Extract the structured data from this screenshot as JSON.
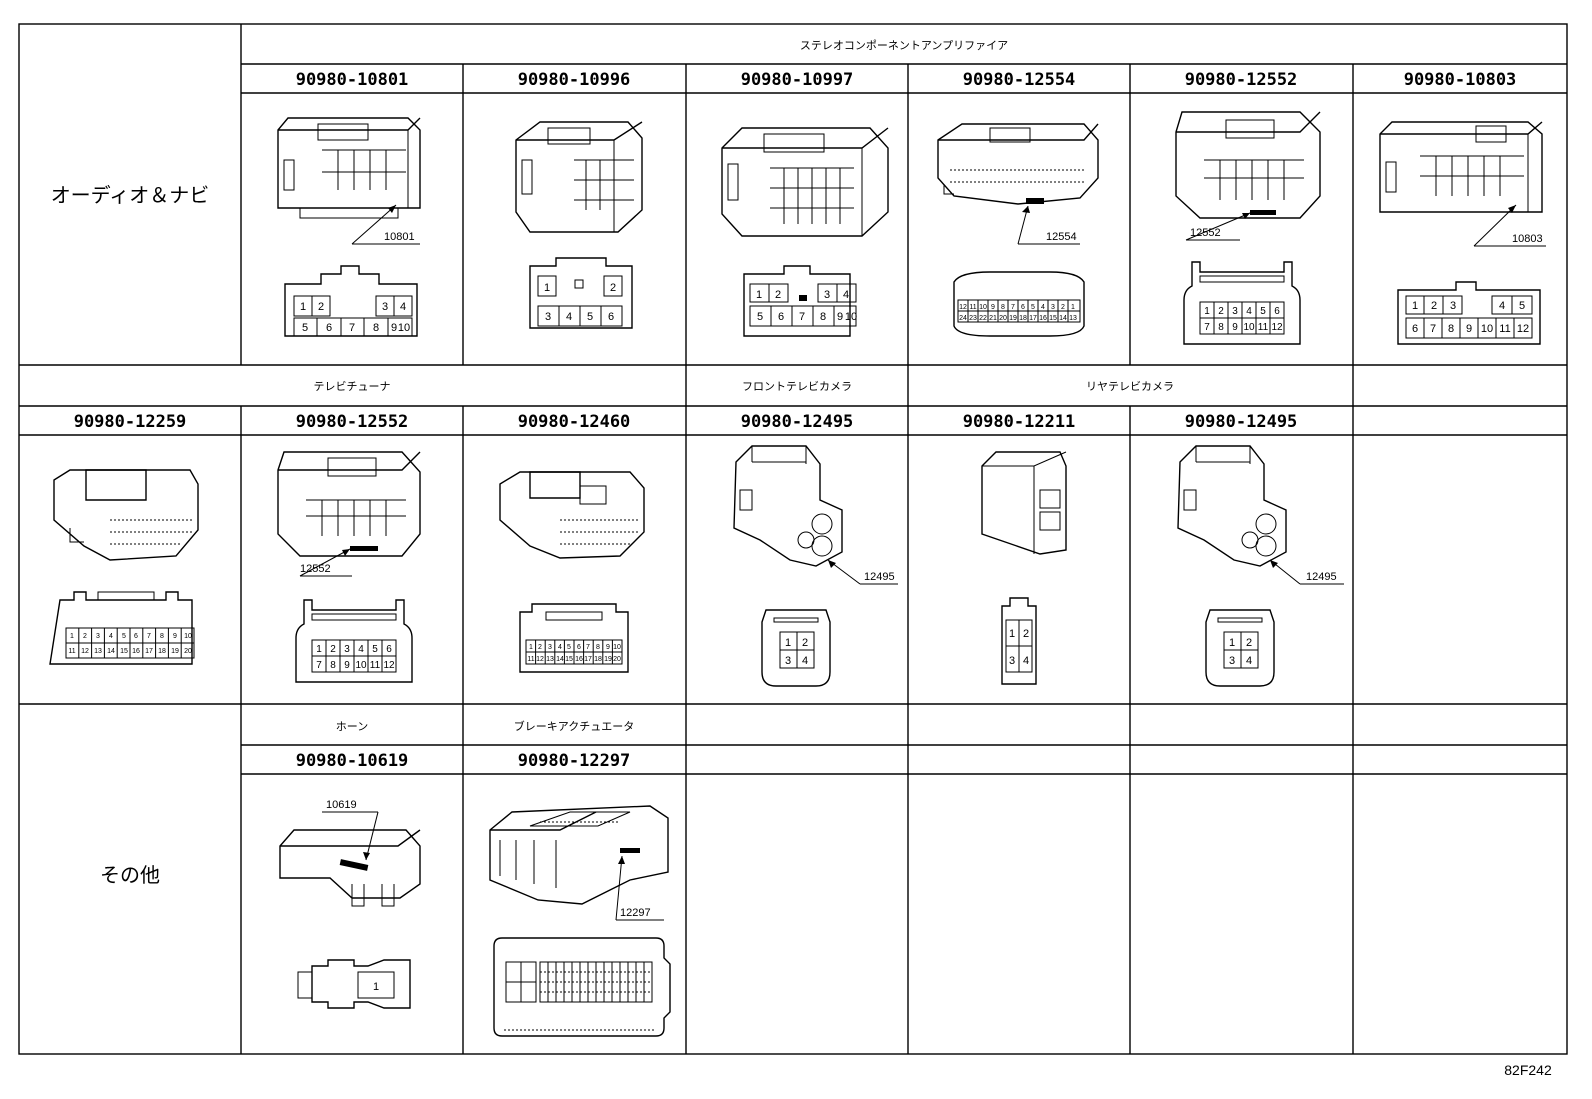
{
  "categories": {
    "audio_navi": "オーディオ＆ナビ",
    "other": "その他"
  },
  "groups": {
    "stereo_amp": "ステレオコンポーネントアンプリファイア",
    "tv_tuner": "テレビチューナ",
    "front_tv_camera": "フロントテレビカメラ",
    "rear_tv_camera": "リヤテレビカメラ",
    "horn": "ホーン",
    "brake_actuator": "ブレーキアクチュエータ"
  },
  "connectors": [
    {
      "part_no": "90980-10801",
      "tag": "10801",
      "pins": [
        "1",
        "2",
        "3",
        "4",
        "5",
        "6",
        "7",
        "8",
        "9",
        "10"
      ]
    },
    {
      "part_no": "90980-10996",
      "tag": "",
      "pins": [
        "1",
        "2",
        "3",
        "4",
        "5",
        "6"
      ]
    },
    {
      "part_no": "90980-10997",
      "tag": "",
      "pins": [
        "1",
        "2",
        "3",
        "4",
        "5",
        "6",
        "7",
        "8",
        "9",
        "10"
      ]
    },
    {
      "part_no": "90980-12554",
      "tag": "12554",
      "pins": [
        "12",
        "11",
        "10",
        "9",
        "8",
        "7",
        "6",
        "5",
        "4",
        "3",
        "2",
        "1",
        "24",
        "23",
        "22",
        "21",
        "20",
        "19",
        "18",
        "17",
        "16",
        "15",
        "14",
        "13"
      ]
    },
    {
      "part_no": "90980-12552",
      "tag": "12552",
      "pins": [
        "1",
        "2",
        "3",
        "4",
        "5",
        "6",
        "7",
        "8",
        "9",
        "10",
        "11",
        "12"
      ]
    },
    {
      "part_no": "90980-10803",
      "tag": "10803",
      "pins": [
        "1",
        "2",
        "3",
        "4",
        "5",
        "6",
        "7",
        "8",
        "9",
        "10",
        "11",
        "12"
      ]
    },
    {
      "part_no": "90980-12259",
      "tag": "",
      "pins": [
        "1",
        "2",
        "3",
        "4",
        "5",
        "6",
        "7",
        "8",
        "9",
        "10",
        "11",
        "12",
        "13",
        "14",
        "15",
        "16",
        "17",
        "18",
        "19",
        "20"
      ]
    },
    {
      "part_no": "90980-12552",
      "tag": "12552",
      "pins": [
        "1",
        "2",
        "3",
        "4",
        "5",
        "6",
        "7",
        "8",
        "9",
        "10",
        "11",
        "12"
      ]
    },
    {
      "part_no": "90980-12460",
      "tag": "",
      "pins": [
        "1",
        "2",
        "3",
        "4",
        "5",
        "6",
        "7",
        "8",
        "9",
        "10",
        "11",
        "12",
        "13",
        "14",
        "15",
        "16",
        "17",
        "18",
        "19",
        "20"
      ]
    },
    {
      "part_no": "90980-12495",
      "tag": "12495",
      "pins": [
        "1",
        "2",
        "3",
        "4"
      ]
    },
    {
      "part_no": "90980-12211",
      "tag": "",
      "pins": [
        "1",
        "2",
        "3",
        "4"
      ]
    },
    {
      "part_no": "90980-12495",
      "tag": "12495",
      "pins": [
        "1",
        "2",
        "3",
        "4"
      ]
    },
    {
      "part_no": "90980-10619",
      "tag": "10619",
      "pins": [
        "1"
      ]
    },
    {
      "part_no": "90980-12297",
      "tag": "12297",
      "pins": []
    }
  ],
  "figure_id": "82F242"
}
